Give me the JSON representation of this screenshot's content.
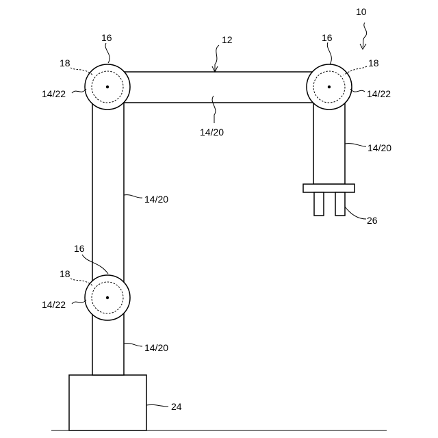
{
  "labels": {
    "robot": "10",
    "arm": "12",
    "joint": "16",
    "axis": "18",
    "link": "14/20",
    "joint_link": "14/22",
    "base": "24",
    "tool": "26"
  }
}
